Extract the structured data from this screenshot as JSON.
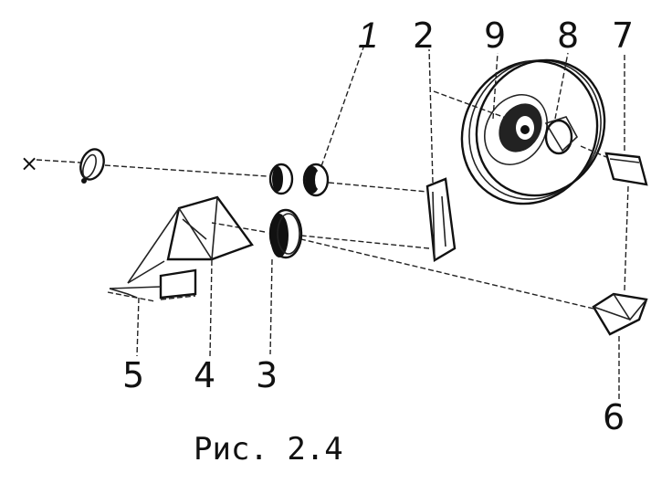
{
  "diagram": {
    "labels": {
      "l1": "1",
      "l2": "2",
      "l3": "3",
      "l4": "4",
      "l5": "5",
      "l6": "6",
      "l7": "7",
      "l8": "8",
      "l9": "9"
    },
    "source_mark": "×",
    "caption": "Рис. 2.4"
  }
}
